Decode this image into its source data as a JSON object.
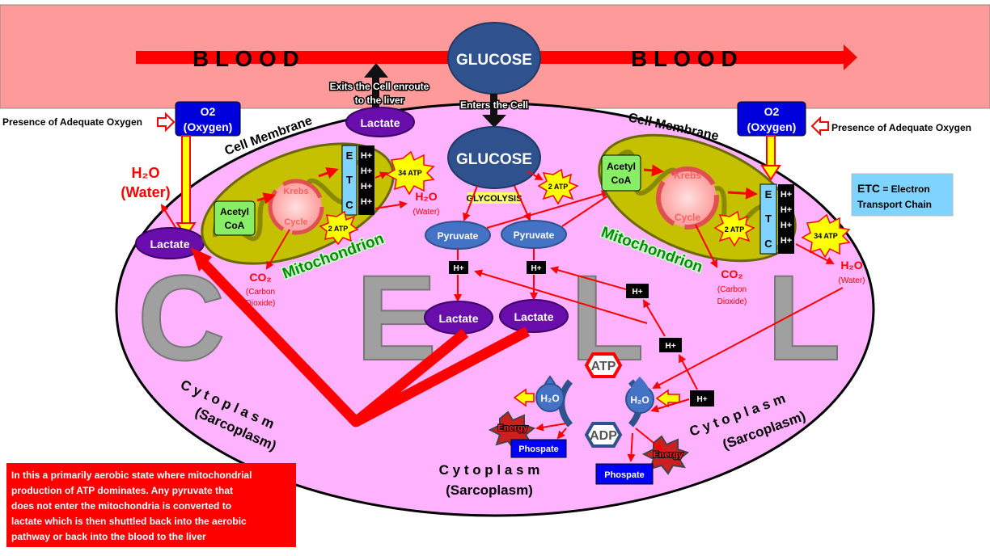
{
  "blood": {
    "left_label": "B L O O D",
    "right_label": "B L O O D"
  },
  "glucose": {
    "top": "GLUCOSE",
    "inner": "GLUCOSE"
  },
  "labels": {
    "exits_line1": "Exits the Cell enroute",
    "exits_line2": "to the liver",
    "enters": "Enters the Cell",
    "membrane_left": "Cell Membrane",
    "membrane_right": "Cell Membrane",
    "presence_left": "Presence of Adequate Oxygen",
    "presence_right": "Presence of Adequate Oxygen",
    "o2": "O2",
    "oxygen": "(Oxygen)",
    "water_h2o": "H₂O",
    "water_word": "(Water)",
    "water_small": "H₂O",
    "water_small_word": "(Water)",
    "lactate": "Lactate",
    "pyruvate": "Pyruvate",
    "glycolysis": "GLYCOLYSIS",
    "atp2": "2 ATP",
    "atp34": "34 ATP",
    "acetyl1": "Acetyl",
    "acetyl2": "CoA",
    "krebs": "Krebs",
    "cycle": "Cycle",
    "mitochondrion": "Mitochondrion",
    "co2": "CO₂",
    "carbon": "(Carbon",
    "dioxide": "Dioxide)",
    "h_plus": "H+",
    "etc_e": "E",
    "etc_t": "T",
    "etc_c": "C",
    "etc_key_bold": "ETC",
    "etc_key_rest": " = Electron",
    "etc_key_line2": "Transport Chain",
    "atp": "ATP",
    "adp": "ADP",
    "h2o_drop": "H₂O",
    "energy": "Energy",
    "phospate": "Phospate",
    "cytoplasm": "C y t o p l a s m",
    "sarcoplasm": "(Sarcoplasm)",
    "cell_c": "C",
    "cell_e": "E",
    "cell_l": "L"
  },
  "note": {
    "line1": "In this a primarily aerobic state where mitochondrial",
    "line2": "production of ATP dominates. Any pyruvate that",
    "line3": "does not enter the  mitochondria is converted to",
    "line4": "lactate which is then shuttled back into the aerobic",
    "line5": "pathway or back into the blood to the liver"
  },
  "colors": {
    "blood": "#ff9a9a",
    "cell": "#ffb3ff",
    "glucose": "#2f528f",
    "lactate": "#6a0dad",
    "arrow": "#ff0000",
    "mito": "#c6c100",
    "etc": "#7fd3ff",
    "note": "#ff0000"
  }
}
